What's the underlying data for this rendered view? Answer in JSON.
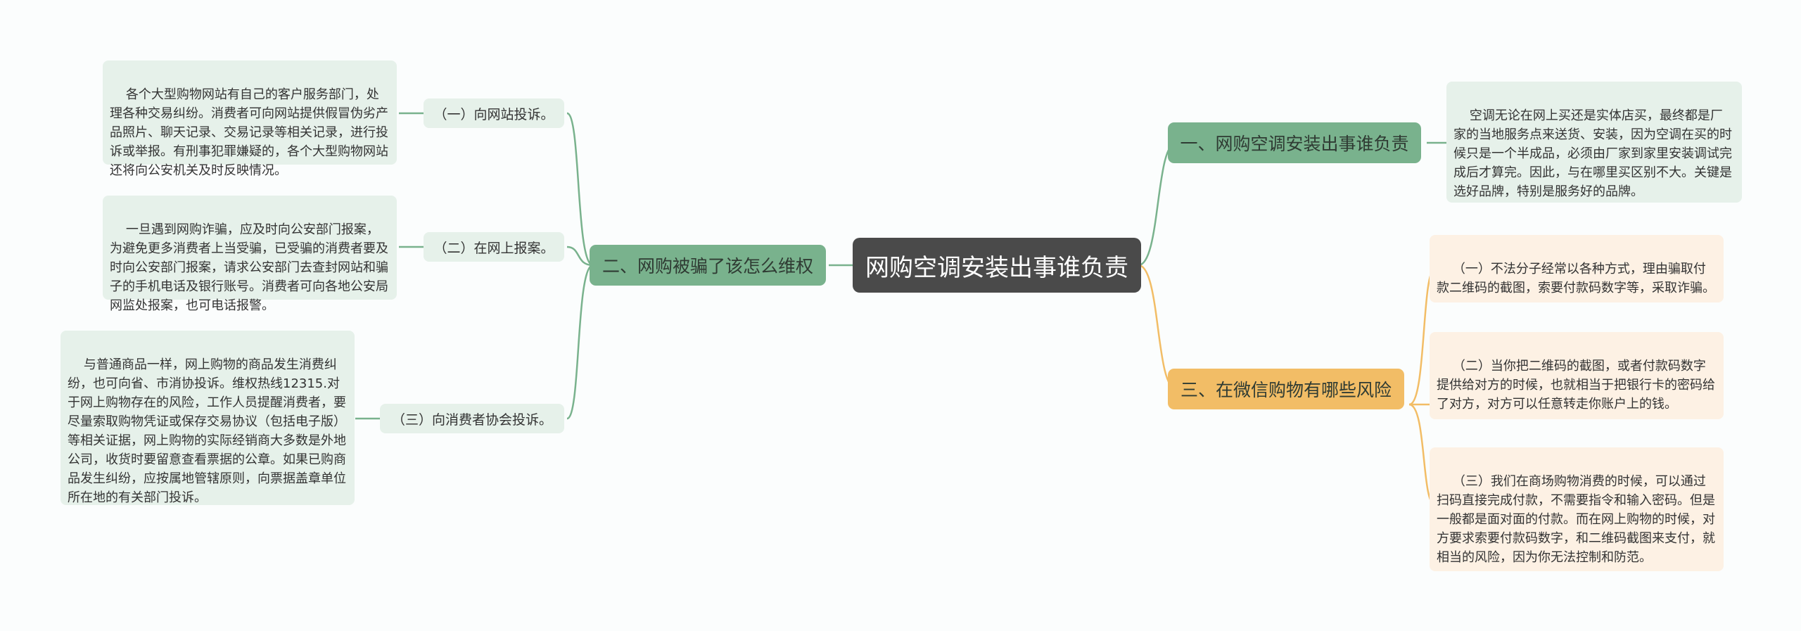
{
  "root": {
    "label": "网购空调安装出事谁负责"
  },
  "branch_right_1": {
    "label": "一、网购空调安装出事谁负责",
    "detail": "空调无论在网上买还是实体店买，最终都是厂家的当地服务点来送货、安装，因为空调在买的时候只是一个半成品，必须由厂家到家里安装调试完成后才算完。因此，与在哪里买区别不大。关键是选好品牌，特别是服务好的品牌。"
  },
  "branch_right_2": {
    "label": "三、在微信购物有哪些风险",
    "details": [
      "（一）不法分子经常以各种方式，理由骗取付款二维码的截图，索要付款码数字等，采取诈骗。",
      "（二）当你把二维码的截图，或者付款码数字提供给对方的时候，也就相当于把银行卡的密码给了对方，对方可以任意转走你账户上的钱。",
      "（三）我们在商场购物消费的时候，可以通过扫码直接完成付款，不需要指令和输入密码。但是一般都是面对面的付款。而在网上购物的时候，对方要求索要付款码数字，和二维码截图来支付，就相当的风险，因为你无法控制和防范。"
    ]
  },
  "branch_left": {
    "label": "二、网购被骗了该怎么维权",
    "items": [
      {
        "label": "（一）向网站投诉。",
        "detail": "各个大型购物网站有自己的客户服务部门，处理各种交易纠纷。消费者可向网站提供假冒伪劣产品照片、聊天记录、交易记录等相关记录，进行投诉或举报。有刑事犯罪嫌疑的，各个大型购物网站还将向公安机关及时反映情况。"
      },
      {
        "label": "（二）在网上报案。",
        "detail": "一旦遇到网购诈骗，应及时向公安部门报案，为避免更多消费者上当受骗，已受骗的消费者要及时向公安部门报案，请求公安部门去查封网站和骗子的手机电话及银行账号。消费者可向各地公安局网监处报案，也可电话报警。"
      },
      {
        "label": "（三）向消费者协会投诉。",
        "detail": "与普通商品一样，网上购物的商品发生消费纠纷，也可向省、市消协投诉。维权热线12315.对于网上购物存在的风险，工作人员提醒消费者，要尽量索取购物凭证或保存交易协议（包括电子版）等相关证据，网上购物的实际经销商大多数是外地公司，收货时要留意查看票据的公章。如果已购商品发生纠纷，应按属地管辖原则，向票据盖章单位所在地的有关部门投诉。"
      }
    ]
  },
  "colors": {
    "root": "#4a4a4a",
    "green_branch": "#79b28d",
    "orange_branch": "#f2bd66",
    "green_light": "#e6f1ea",
    "orange_light": "#fdf1e4",
    "green_line": "#79b28d",
    "orange_line": "#f2bd66"
  }
}
